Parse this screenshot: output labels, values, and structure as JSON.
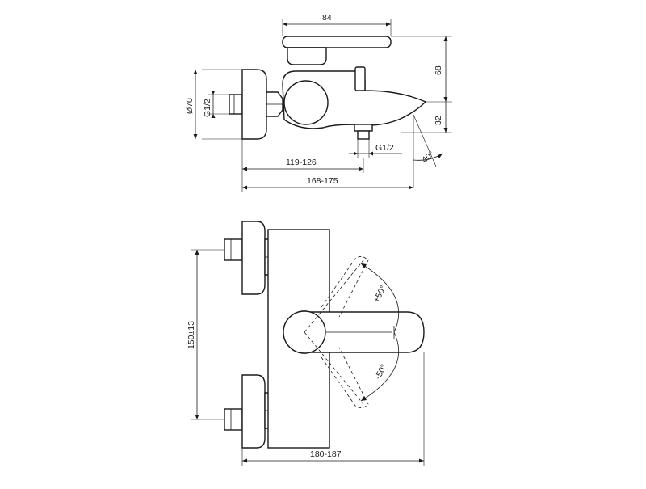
{
  "side_view": {
    "dim_lever_length": "84",
    "dim_height": "68",
    "dim_spout_drop": "32",
    "dim_spout_angle": "40°",
    "dim_rosette_diameter": "Ø70",
    "dim_inlet_thread": "G1/2",
    "dim_outlet_thread": "G1/2",
    "dim_spout_offset": "119-126",
    "dim_total_projection": "168-175"
  },
  "front_view": {
    "dim_center_distance": "150±13",
    "dim_plus_angle": "+50°",
    "dim_minus_angle": "-50°",
    "dim_total_width": "180-187"
  }
}
